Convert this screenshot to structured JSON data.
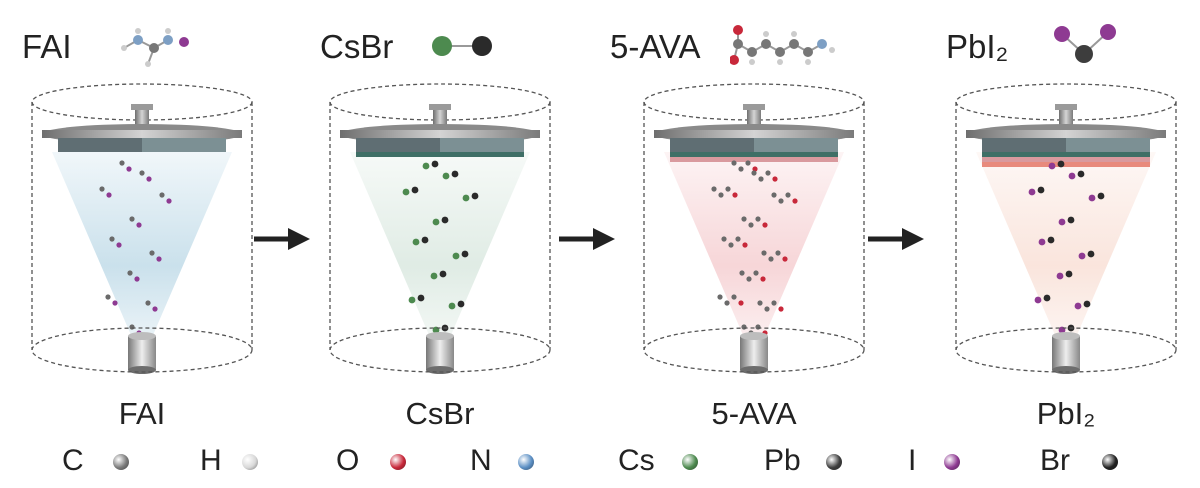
{
  "stages": [
    {
      "title": "FAI",
      "caption": "FAI",
      "color": "#9fc8dc",
      "film": [
        "#5f6e73"
      ],
      "mol": "fai"
    },
    {
      "title": "CsBr",
      "caption": "CsBr",
      "color": "#c6dccf",
      "film": [
        "#5f6e73",
        "#3f6f66"
      ],
      "mol": "csbr"
    },
    {
      "title": "5-AVA",
      "caption": "5-AVA",
      "color": "#f0b4b8",
      "film": [
        "#5f6e73",
        "#3f6f66",
        "#d99a9e"
      ],
      "mol": "ava"
    },
    {
      "title": "PbI₂",
      "caption": "PbI₂",
      "color": "#f5cfc0",
      "film": [
        "#5f6e73",
        "#3f6f66",
        "#d99a9e",
        "#e88a7c"
      ],
      "mol": "pbi"
    }
  ],
  "legend": [
    {
      "label": "C",
      "color": "#7a7a7a",
      "icon": "carbon-atom-icon"
    },
    {
      "label": "H",
      "color": "#d8d8d8",
      "icon": "hydrogen-atom-icon"
    },
    {
      "label": "O",
      "color": "#c8283a",
      "icon": "oxygen-atom-icon"
    },
    {
      "label": "N",
      "color": "#5b8fc4",
      "icon": "nitrogen-atom-icon"
    },
    {
      "label": "Cs",
      "color": "#4d8a4f",
      "icon": "cesium-atom-icon"
    },
    {
      "label": "Pb",
      "color": "#3d3d3d",
      "icon": "lead-atom-icon"
    },
    {
      "label": "I",
      "color": "#8e3a92",
      "icon": "iodine-atom-icon"
    },
    {
      "label": "Br",
      "color": "#222222",
      "icon": "bromine-atom-icon"
    }
  ]
}
